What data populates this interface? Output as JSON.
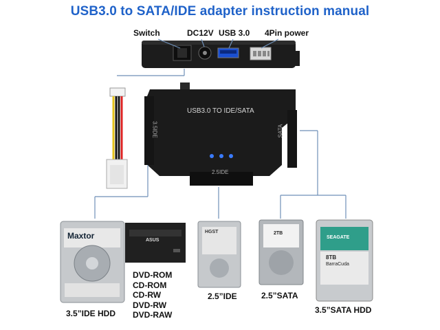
{
  "title": "USB3.0 to SATA/IDE adapter instruction manual",
  "ports": {
    "switch": "Switch",
    "dc12v": "DC12V",
    "usb": "USB 3.0",
    "power4pin": "4Pin power"
  },
  "adapter": {
    "top_label": "USB3.0 TO IDE/SATA",
    "left_side": "3.5IDE",
    "right_side": "SATA",
    "bottom": "2.5IDE"
  },
  "drives": {
    "ide35": "3.5”IDE HDD",
    "ide25": "2.5”IDE",
    "sata25": "2.5”SATA",
    "sata35": "3.5”SATA HDD",
    "maxtor_brand": "Maxtor",
    "seagate_brand": "SEAGATE",
    "seagate_capacity": "8TB",
    "seagate_model": "BarraCuda",
    "sata25_capacity": "2TB",
    "hgst_brand": "HGST"
  },
  "optical": {
    "brand": "ASUS",
    "formats": [
      "DVD-ROM",
      "CD-ROM",
      "CD-RW",
      "DVD-RW",
      "DVD-RAW"
    ]
  },
  "colors": {
    "title": "#1f62c9",
    "adapter_body": "#1b1b1b",
    "led": "#3a7bff",
    "connector_line": "#6e8fb7"
  }
}
